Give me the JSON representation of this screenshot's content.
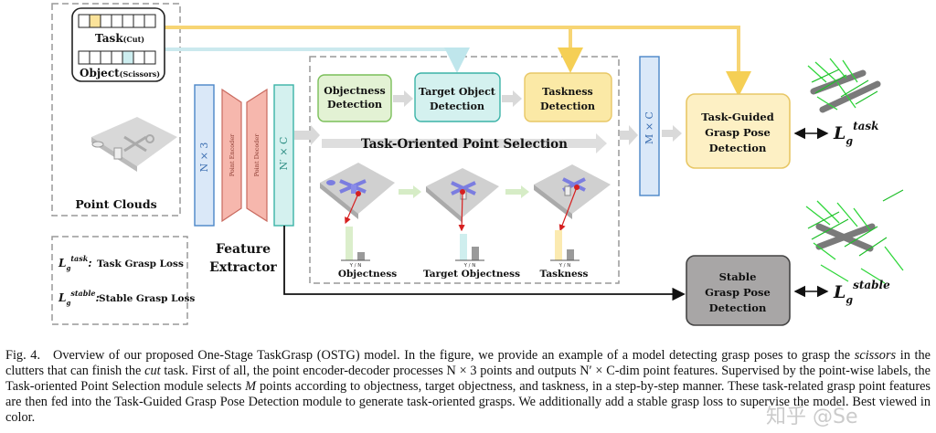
{
  "task_box": {
    "task_label": "Task",
    "task_sub": "(Cut)",
    "object_label": "Object",
    "object_sub": "(Scissors)"
  },
  "point_clouds_label": "Point Clouds",
  "dims": {
    "n3": "N × 3",
    "encoder": "Point Encoder",
    "decoder": "Point Decoder",
    "nprime_c": "N′ × C",
    "m_c": "M × C"
  },
  "feature_extractor_label": [
    "Feature",
    "Extractor"
  ],
  "modules": {
    "objectness_detection": [
      "Objectness",
      "Detection"
    ],
    "target_object_detection": [
      "Target Object",
      "Detection"
    ],
    "taskness_detection": [
      "Taskness",
      "Detection"
    ],
    "task_guided": [
      "Task-Guided",
      "Grasp Pose",
      "Detection"
    ],
    "stable": [
      "Stable",
      "Grasp Pose",
      "Detection"
    ]
  },
  "tops_label": "Task-Oriented Point Selection",
  "bar_axis_label": "Y / N",
  "score_labels": [
    "Objectness",
    "Target Objectness",
    "Taskness"
  ],
  "loss": {
    "task_sym": "L",
    "task_sup": "task",
    "task_sub": "g",
    "stable_sym": "L",
    "stable_sup": "stable",
    "stable_sub": "g",
    "legend_task": "Task Grasp Loss",
    "legend_stable": "Stable Grasp Loss"
  },
  "colors": {
    "yellow": "#fbe9a6",
    "yellow_border": "#e8c766",
    "cyan": "#d4f1ef",
    "cyan_border": "#3bb3a7",
    "green": "#e3f2d4",
    "green_border": "#7bbf5a",
    "blue": "#dae8f8",
    "blue_border": "#4a86c8",
    "pink": "#f6b7ad",
    "gray_box": "#a8a6a6"
  },
  "caption": {
    "fig": "Fig. 4.",
    "text_1": "Overview of our proposed One-Stage TaskGrasp (OSTG) model. In the figure, we provide an example of a model detecting grasp poses to grasp the ",
    "scissors": "scissors",
    "text_2": " in the clutters that can finish the ",
    "cut": "cut",
    "text_3": " task. First of all, the point encoder-decoder processes N × 3 points and outputs N′ × C-dim point features. Supervised by the point-wise labels, the Task-oriented Point Selection module selects ",
    "M": "M",
    "text_4": " points according to objectness, target objectness, and taskness, in a step-by-step manner. These task-related grasp point features are then fed into the Task-Guided Grasp Pose Detection module to generate task-oriented grasps. We additionally add a stable grasp loss to supervise the model. Best viewed in color."
  },
  "watermark": "知乎 @Se"
}
